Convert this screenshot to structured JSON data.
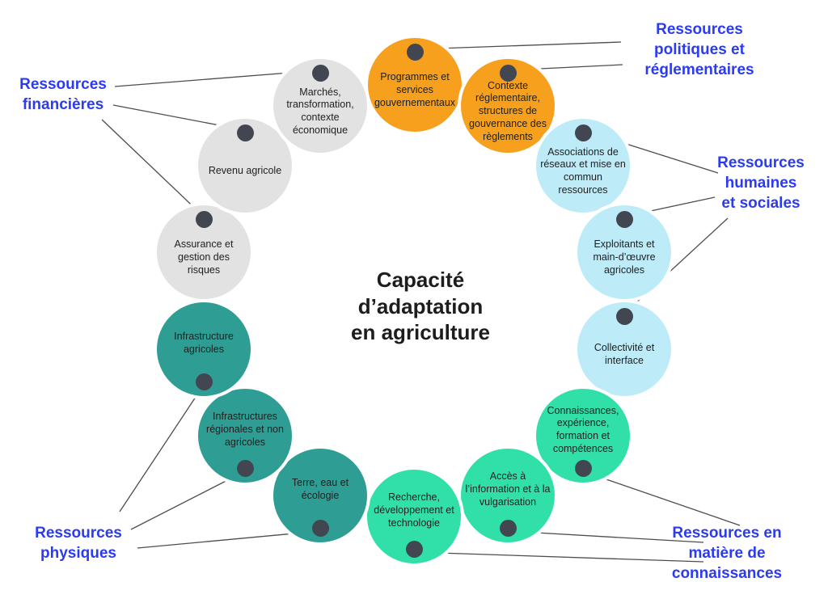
{
  "center_title": "Capacité\nd’adaptation\nen agriculture",
  "colors": {
    "political": "#F6A01D",
    "human": "#BDEBF8",
    "knowledge": "#30E0A8",
    "physical": "#2E9E94",
    "financial": "#E2E2E3",
    "dot": "#414651",
    "line": "#4D4D4D",
    "label-text": "#2B3BF2",
    "node-text": "#1F1F1F"
  },
  "group_labels": [
    {
      "id": "financial",
      "text": "Ressources\nfinancières"
    },
    {
      "id": "political",
      "text": "Ressources\npolitiques et\nréglementaires"
    },
    {
      "id": "human",
      "text": "Ressources\nhumaines\net sociales"
    },
    {
      "id": "knowledge",
      "text": "Ressources en\nmatière de\nconnaissances"
    },
    {
      "id": "physical",
      "text": "Ressources\nphysiques"
    }
  ],
  "nodes": [
    {
      "label": "Programmes et services gouvernementaux",
      "group": "political"
    },
    {
      "label": "Contexte réglementaire, structures de gouvernance des règlements",
      "group": "political"
    },
    {
      "label": "Associations de réseaux et mise en commun ressources",
      "group": "human"
    },
    {
      "label": "Exploitants et main-d’œuvre agricoles",
      "group": "human"
    },
    {
      "label": "Collectivité et interface",
      "group": "human"
    },
    {
      "label": "Connaissances, expérience, formation et compétences",
      "group": "knowledge"
    },
    {
      "label": "Accès à l’information et à la vulgarisation",
      "group": "knowledge"
    },
    {
      "label": "Recherche, développement et technologie",
      "group": "knowledge"
    },
    {
      "label": "Terre, eau et écologie",
      "group": "physical"
    },
    {
      "label": "Infrastructures régionales et non agricoles",
      "group": "physical"
    },
    {
      "label": "Infrastructure agricoles",
      "group": "physical"
    },
    {
      "label": "Assurance et gestion des risques",
      "group": "financial"
    },
    {
      "label": "Revenu agricole",
      "group": "financial"
    },
    {
      "label": "Marchés, transformation, contexte économique",
      "group": "financial"
    }
  ]
}
